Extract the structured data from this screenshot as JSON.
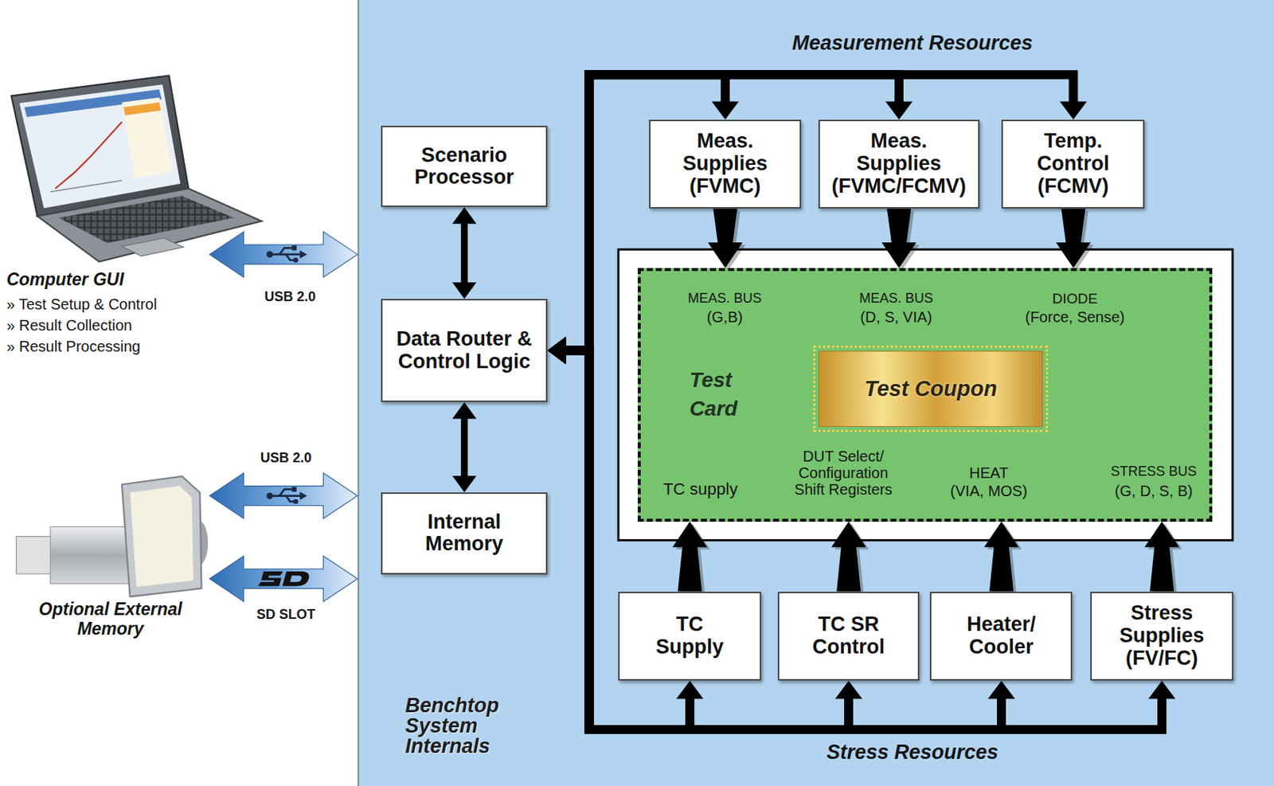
{
  "diagram": {
    "nodes": [
      {
        "text": [
          "Benchtop System Internals"
        ]
      },
      {
        "text": [
          "Scenario Processor"
        ],
        "in": 0
      },
      {
        "text": [
          "Data Router & Control Logic"
        ],
        "in": 0
      },
      {
        "text": [
          "Internal Memory"
        ],
        "in": 0
      },
      {
        "text": [
          "Meas. Supplies (FVMC)"
        ],
        "in": 0
      },
      {
        "text": [
          "Meas. Supplies (FVMC/FCMV)"
        ],
        "in": 0
      },
      {
        "text": [
          "Temp. Control (FCMV)"
        ],
        "in": 0
      },
      {
        "text": [
          "Test Card"
        ],
        "in": 0
      },
      {
        "text": [
          "Test Coupon"
        ],
        "in": 7
      },
      {
        "text": [
          "TC Supply"
        ],
        "in": 0
      },
      {
        "text": [
          "TC SR Control"
        ],
        "in": 0
      },
      {
        "text": [
          "Heater/ Cooler"
        ],
        "in": 0
      },
      {
        "text": [
          "Stress Supplies (FV/FC)"
        ],
        "in": 0
      }
    ],
    "edges": [
      {
        "from": 1,
        "to": 2,
        "arrow": "both"
      },
      {
        "from": 2,
        "to": 3,
        "arrow": "both"
      },
      {
        "from": 2,
        "to": 4,
        "arrow": "both"
      },
      {
        "from": 2,
        "to": 5,
        "arrow": "both"
      },
      {
        "from": 2,
        "to": 6,
        "arrow": "both"
      },
      {
        "from": 2,
        "to": 9,
        "arrow": "both"
      },
      {
        "from": 2,
        "to": 10,
        "arrow": "both"
      },
      {
        "from": 2,
        "to": 11,
        "arrow": "both"
      },
      {
        "from": 2,
        "to": 12,
        "arrow": "both"
      },
      {
        "from": 4,
        "to": 7,
        "arrow": "to"
      },
      {
        "from": 5,
        "to": 7,
        "arrow": "to"
      },
      {
        "from": 6,
        "to": 7,
        "arrow": "to"
      },
      {
        "from": 9,
        "to": 7,
        "arrow": "to"
      },
      {
        "from": 10,
        "to": 7,
        "arrow": "to"
      },
      {
        "from": 11,
        "to": 7,
        "arrow": "to"
      },
      {
        "from": 12,
        "to": 7,
        "arrow": "to"
      }
    ],
    "labels": [
      "Computer GUI",
      "» Test Setup & Control",
      "» Result Collection",
      "» Result Processing",
      "USB 2.0",
      "USB 2.0",
      "SD SLOT",
      "Optional External Memory",
      "Measurement Resources",
      "Stress Resources",
      "MEAS. BUS",
      "(G,B)",
      "MEAS. BUS",
      "(D, S, VIA)",
      "DIODE",
      "(Force, Sense)",
      "TC supply",
      "DUT Select/ Configuration Shift Registers",
      "HEAT",
      "(VIA, MOS)",
      "STRESS BUS",
      "(G, D, S, B)"
    ]
  }
}
